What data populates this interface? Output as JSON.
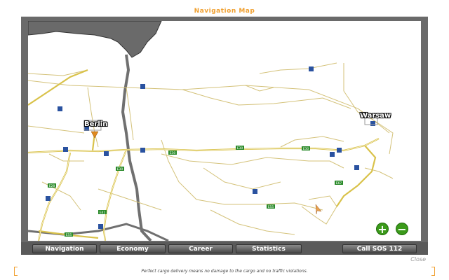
{
  "window": {
    "title": "Navigation Map"
  },
  "map": {
    "cities": [
      {
        "name": "Berlin"
      },
      {
        "name": "Warsaw"
      }
    ],
    "road_labels": [
      "E30",
      "E30",
      "E30",
      "E30",
      "E28",
      "E41",
      "E55",
      "E55",
      "E67",
      "E67"
    ],
    "zoom_in_symbol": "+",
    "zoom_out_symbol": "−"
  },
  "tabs": [
    {
      "label": "Navigation"
    },
    {
      "label": "Economy"
    },
    {
      "label": "Career"
    },
    {
      "label": "Statistics"
    },
    {
      "label": "Call SOS 112"
    }
  ],
  "close_label": "Close",
  "tip_text": "Perfect cargo delivery means no damage to the cargo and no traffic violations.",
  "colors": {
    "title": "#f0a030",
    "road": "#d4c27a",
    "highway": "#d9c24a",
    "water": "#6a6a6a",
    "road_sign": "#2a8a2a",
    "zoom": "#3b9a1a"
  }
}
